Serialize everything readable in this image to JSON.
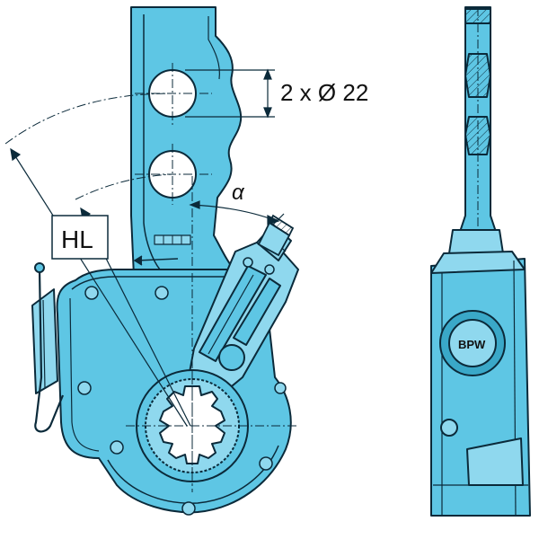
{
  "drawing": {
    "hole_callout": "2 x Ø 22",
    "angle_symbol": "α",
    "lever_length_label": "HL",
    "logo_text": "BPW"
  },
  "colors": {
    "body_fill": "#5ec6e4",
    "body_fill_light": "#8fd8ee",
    "body_fill_dark": "#3aa8c8",
    "outline": "#0b2a3a",
    "background": "#ffffff"
  }
}
